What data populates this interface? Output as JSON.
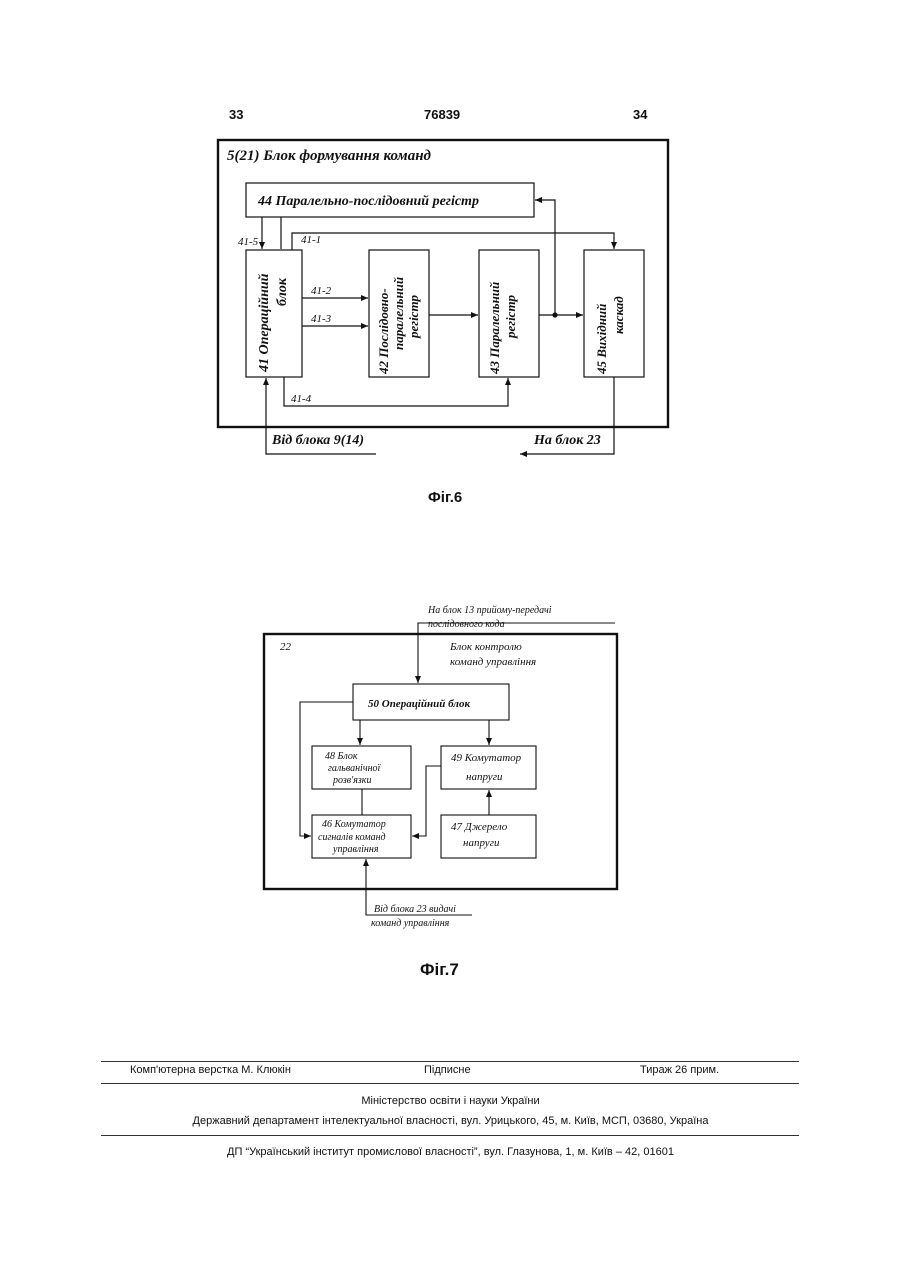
{
  "header": {
    "page_left": "33",
    "patent_number": "76839",
    "page_right": "34"
  },
  "fig6": {
    "block_title": "5(21) Блок формування команд",
    "b44": "44   Паралельно-послідовний регістр",
    "b41": [
      "41  Операційний",
      "блок"
    ],
    "b42": [
      "42  Послідовно-",
      "паралельний",
      "регістр"
    ],
    "b43": [
      "43  Паралельний",
      "регістр"
    ],
    "b45": [
      "45  Вихідний",
      "каскад"
    ],
    "l41_5": "41-5",
    "l41_1": "41-1",
    "l41_2": "41-2",
    "l41_3": "41-3",
    "l41_4": "41-4",
    "from_block": "Від блока 9(14)",
    "to_block": "На блок 23",
    "caption": "Фіг.6"
  },
  "fig7": {
    "top_note": [
      "На блок 13 прийому-передачі",
      "послідовного кода"
    ],
    "outer_num": "22",
    "block_title": [
      "Блок контролю",
      "команд управління"
    ],
    "b50": "50    Операційний блок",
    "b48": [
      "48   Блок",
      "гальванічної",
      "розв'язки"
    ],
    "b49": [
      "49  Комутатор",
      "напруги"
    ],
    "b46": [
      "46  Комутатор",
      "сигналів команд",
      "управління"
    ],
    "b47": [
      "47  Джерело",
      "напруги"
    ],
    "bottom_note": [
      "Від блока 23 видачі",
      "команд управління"
    ],
    "caption": "Фіг.7"
  },
  "footer": {
    "layout": "Комп'ютерна верстка М. Клюкін",
    "signed": "Підписне",
    "circulation": "Тираж 26 прим.",
    "ministry": "Міністерство освіти і науки України",
    "department": "Державний департамент інтелектуальної власності, вул. Урицького, 45, м. Київ, МСП, 03680, Україна",
    "institute": "ДП “Український інститут промислової власності”, вул. Глазунова, 1, м. Київ – 42, 01601"
  }
}
